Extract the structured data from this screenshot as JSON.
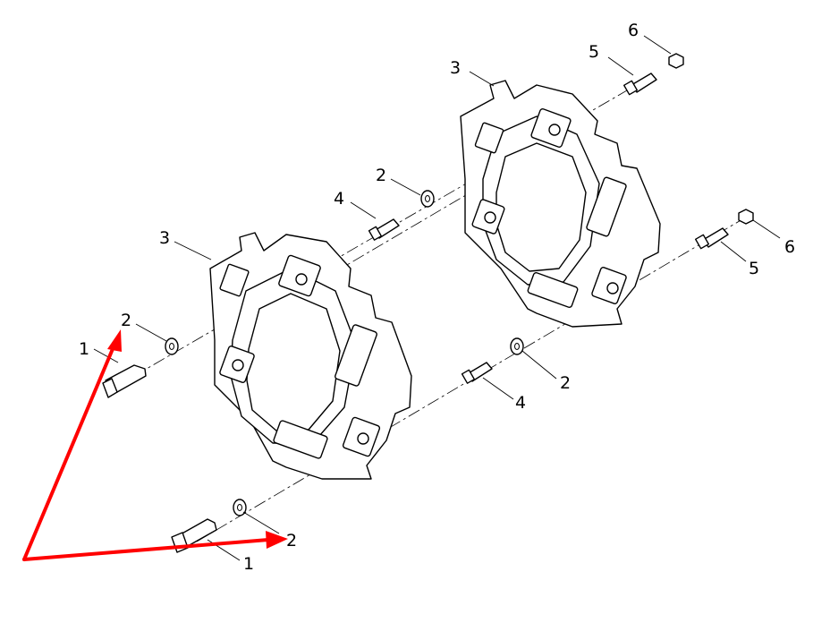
{
  "diagram": {
    "callouts": [
      {
        "id": "c6a",
        "text": "6"
      },
      {
        "id": "c5a",
        "text": "5"
      },
      {
        "id": "c3a",
        "text": "3"
      },
      {
        "id": "c2a",
        "text": "2"
      },
      {
        "id": "c4a",
        "text": "4"
      },
      {
        "id": "c6b",
        "text": "6"
      },
      {
        "id": "c5b",
        "text": "5"
      },
      {
        "id": "c3b",
        "text": "3"
      },
      {
        "id": "c2b",
        "text": "2"
      },
      {
        "id": "c1a",
        "text": "1"
      },
      {
        "id": "c2c",
        "text": "2"
      },
      {
        "id": "c4b",
        "text": "4"
      },
      {
        "id": "c2d",
        "text": "2"
      },
      {
        "id": "c1b",
        "text": "1"
      }
    ],
    "colors": {
      "line": "#000000",
      "marker": "#ff0000",
      "background": "#ffffff"
    }
  }
}
